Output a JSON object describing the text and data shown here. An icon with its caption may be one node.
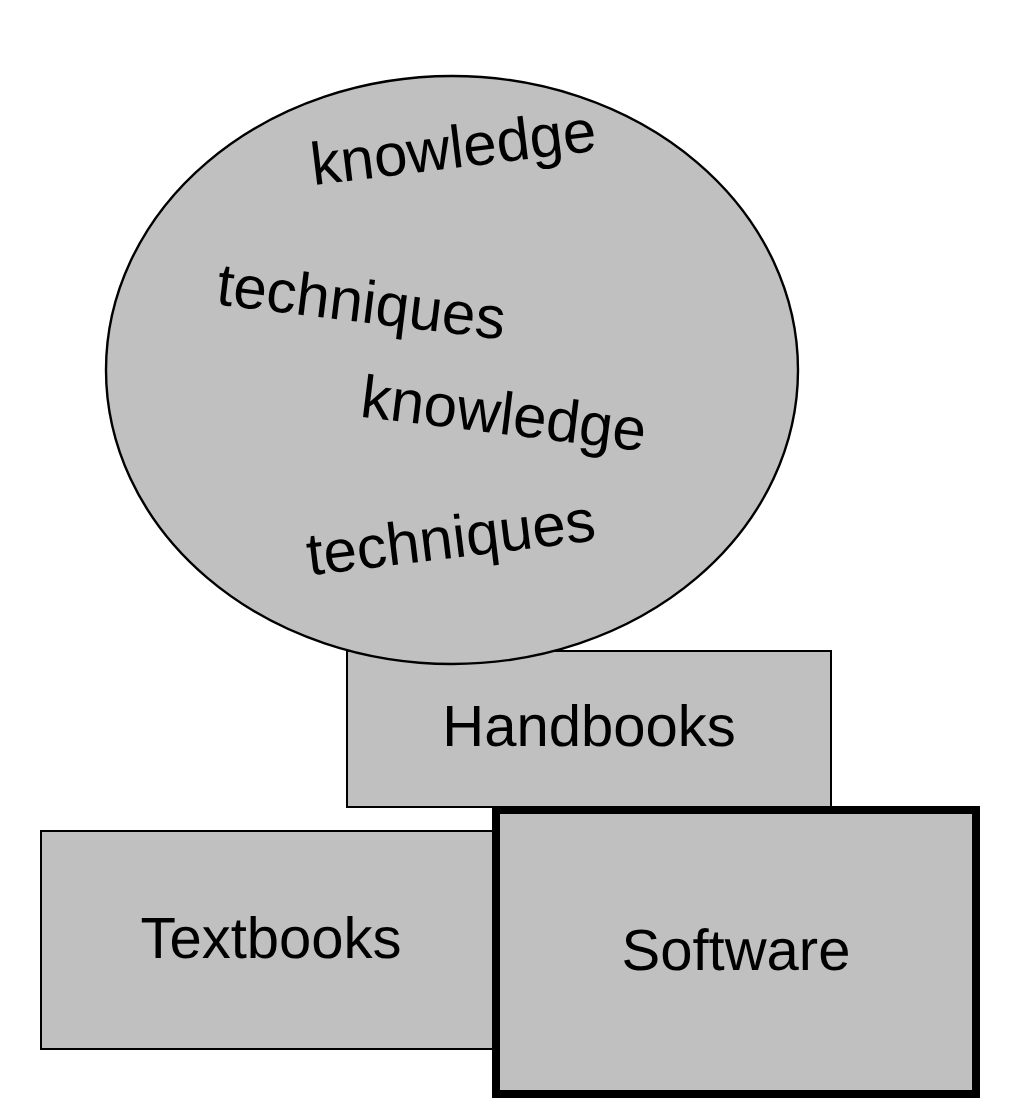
{
  "diagram": {
    "nodes": [
      {
        "text": [
          "knowledge",
          "techniques",
          "knowledge",
          "techniques"
        ]
      },
      {
        "text": [
          "Handbooks"
        ]
      },
      {
        "text": [
          "Textbooks"
        ]
      },
      {
        "text": [
          "Software"
        ]
      }
    ]
  }
}
